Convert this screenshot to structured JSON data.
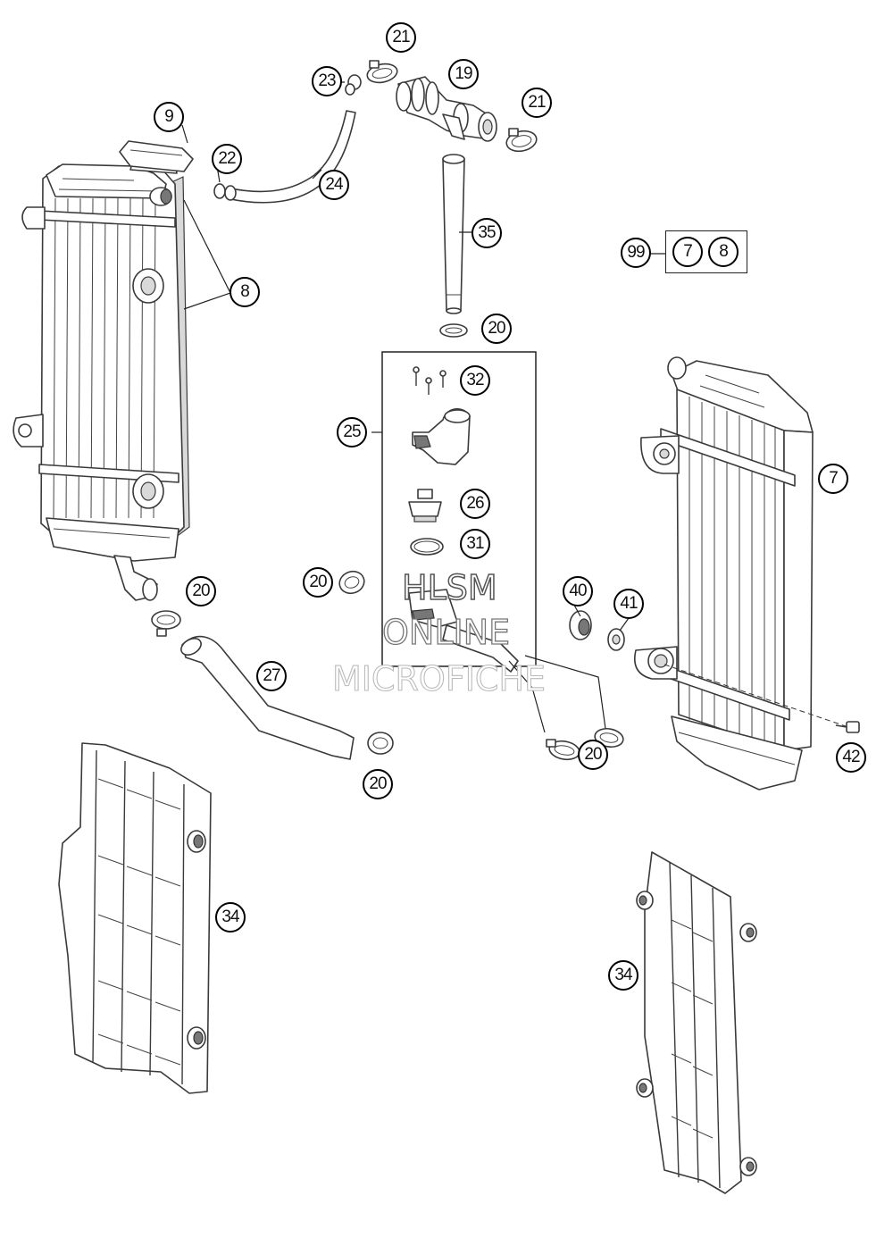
{
  "kit_box": {
    "labels": [
      "99",
      "7",
      "8"
    ]
  },
  "callouts": [
    {
      "id": "c21a",
      "label": "21"
    },
    {
      "id": "c23",
      "label": "23"
    },
    {
      "id": "c19",
      "label": "19"
    },
    {
      "id": "c21b",
      "label": "21"
    },
    {
      "id": "c9",
      "label": "9"
    },
    {
      "id": "c22",
      "label": "22"
    },
    {
      "id": "c24",
      "label": "24"
    },
    {
      "id": "c35",
      "label": "35"
    },
    {
      "id": "c8",
      "label": "8"
    },
    {
      "id": "c20a",
      "label": "20"
    },
    {
      "id": "c32",
      "label": "32"
    },
    {
      "id": "c25",
      "label": "25"
    },
    {
      "id": "c7",
      "label": "7"
    },
    {
      "id": "c26",
      "label": "26"
    },
    {
      "id": "c31",
      "label": "31"
    },
    {
      "id": "c20b",
      "label": "20"
    },
    {
      "id": "c20c",
      "label": "20"
    },
    {
      "id": "c40",
      "label": "40"
    },
    {
      "id": "c41",
      "label": "41"
    },
    {
      "id": "c27",
      "label": "27"
    },
    {
      "id": "c20d",
      "label": "20"
    },
    {
      "id": "c42",
      "label": "42"
    },
    {
      "id": "c20e",
      "label": "20"
    },
    {
      "id": "c34a",
      "label": "34"
    },
    {
      "id": "c34b",
      "label": "34"
    }
  ],
  "watermark": {
    "line1": "HLSM",
    "line2": "ONLINE",
    "line3": "MICROFICHE"
  },
  "colors": {
    "line": "#3a3a3a",
    "fill": "#ffffff",
    "shade": "#d8d8d8",
    "dark": "#6a6a6a"
  }
}
